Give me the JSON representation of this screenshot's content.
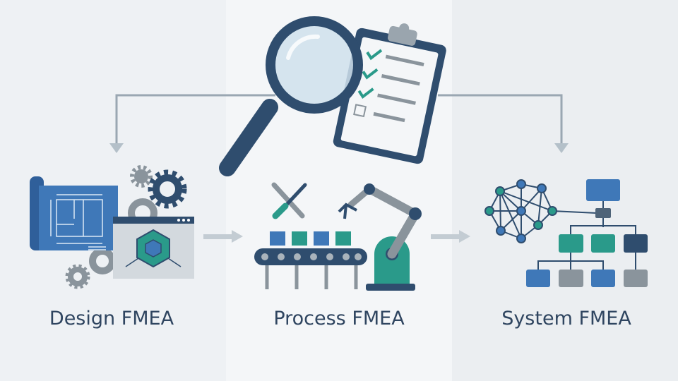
{
  "labels": {
    "design": "Design FMEA",
    "process": "Process FMEA",
    "system": "System FMEA"
  },
  "colors": {
    "blue": "#3f78b8",
    "navy": "#2f4d6e",
    "teal": "#2a9a8a",
    "gray": "#8a949c",
    "text": "#2f4560"
  }
}
